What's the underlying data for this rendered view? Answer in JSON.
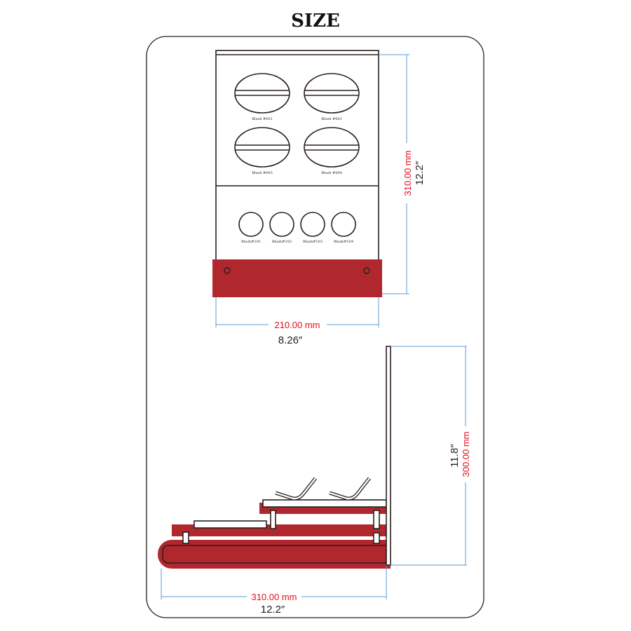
{
  "title": "SIZE",
  "colors": {
    "accent_red": "#b0272e",
    "dimension_blue": "#5b9bd5",
    "dimension_text_red": "#e0101e"
  },
  "front_view": {
    "large_slots": [
      "Blush #001",
      "Blush #002",
      "Blush #003",
      "Blush #004"
    ],
    "small_slots": [
      "Blush#101",
      "Blush#102",
      "Blush#103",
      "Blush#104"
    ],
    "height_mm": "310.00 mm",
    "height_in": "12.2″",
    "width_mm": "210.00 mm",
    "width_in": "8.26″"
  },
  "side_view": {
    "height_mm": "300.00 mm",
    "height_in": "11.8″",
    "depth_mm": "310.00 mm",
    "depth_in": "12.2″"
  }
}
